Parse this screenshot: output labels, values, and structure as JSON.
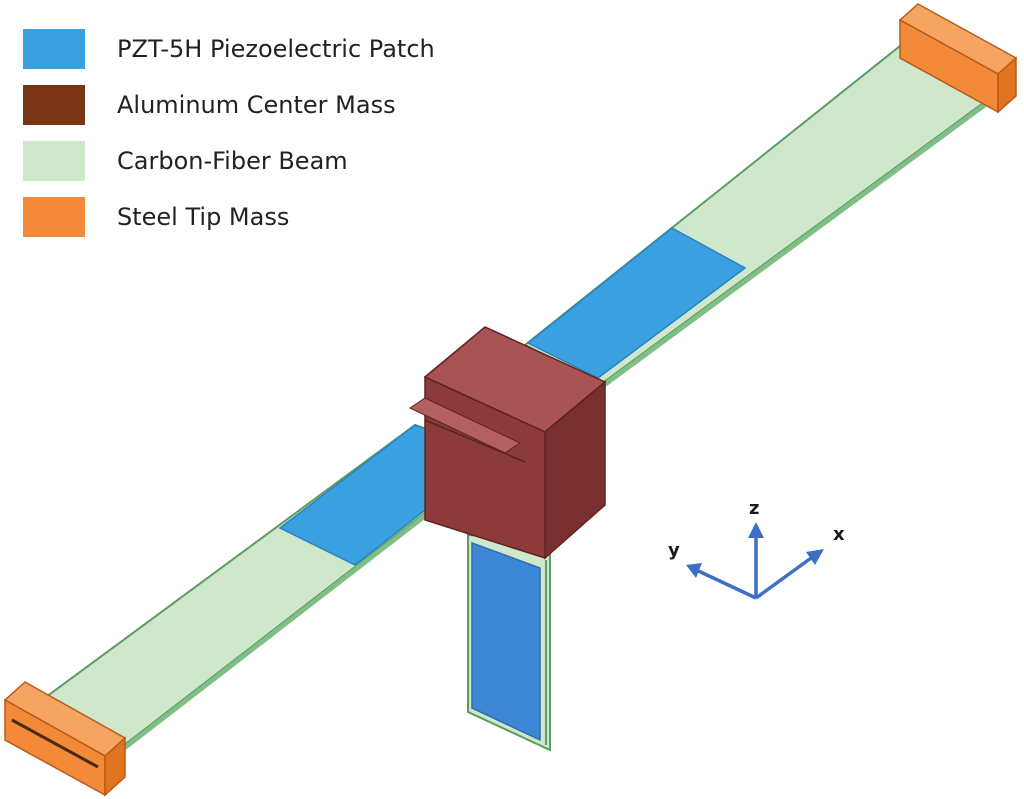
{
  "legend": {
    "items": [
      {
        "label": "PZT-5H Piezoelectric Patch",
        "color": "#3aa0e0"
      },
      {
        "label": "Aluminum Center Mass",
        "color": "#7a3514"
      },
      {
        "label": "Carbon-Fiber Beam",
        "color": "#cfe8cc"
      },
      {
        "label": "Steel Tip Mass",
        "color": "#f28a3a"
      }
    ]
  },
  "axes": {
    "x_label": "x",
    "y_label": "y",
    "z_label": "z",
    "color": "#3e6fc4"
  },
  "colors": {
    "beam": "#cfe8cc",
    "beam_edge": "#5d9a64",
    "patch": "#3aa0e0",
    "patch_vertical": "#3e86d6",
    "center_mass_front": "#8c3a3a",
    "center_mass_side": "#7a2f2f",
    "center_mass_top": "#a85454",
    "tip_mass_front": "#f28a3a",
    "tip_mass_side": "#e07420",
    "tip_mass_top": "#f6a462"
  }
}
